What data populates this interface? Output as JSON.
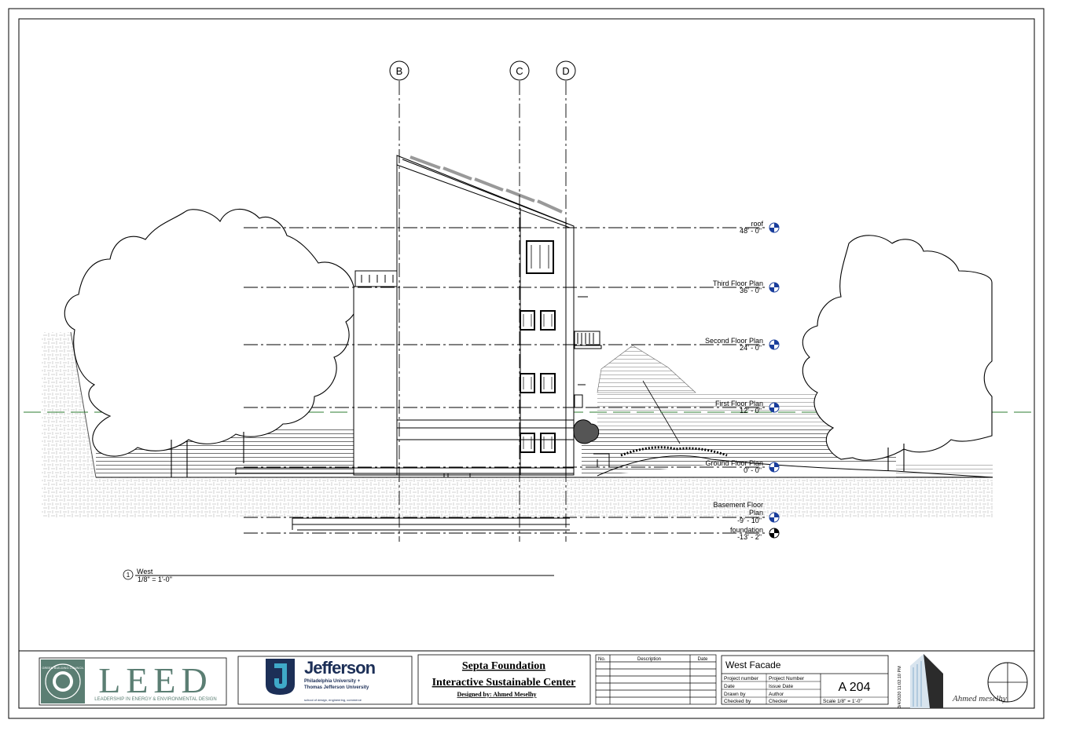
{
  "grid_lines": [
    "B",
    "C",
    "D"
  ],
  "levels": [
    {
      "name": "roof",
      "elev": "48' - 0\""
    },
    {
      "name": "Third Floor Plan",
      "elev": "36' - 0\""
    },
    {
      "name": "Second Floor Plan",
      "elev": "24' - 0\""
    },
    {
      "name": "First Floor Plan",
      "elev": "12' - 0\""
    },
    {
      "name": "Ground Floor Plan",
      "elev": "0' - 0\""
    },
    {
      "name_line1": "Basement Floor",
      "name_line2": "Plan",
      "elev": "-9' - 10\""
    },
    {
      "name": "foundation",
      "elev": "-13' - 2\""
    }
  ],
  "view_tag": {
    "number": "1",
    "title": "West",
    "scale": "1/8\" = 1'-0\""
  },
  "title_block": {
    "leed": {
      "letters": "LEED",
      "tagline": "LEADERSHIP IN ENERGY & ENVIRONMENTAL DESIGN",
      "ring_text": "GREEN BUILDING COUNCIL"
    },
    "jefferson": {
      "name": "Jefferson",
      "line1": "Philadelphia University +",
      "line2": "Thomas Jefferson University",
      "line3": "school of design, engineering, commerce"
    },
    "project": {
      "line1": "Septa Foundation",
      "line2": "Interactive Sustainable Center",
      "line3": "Designed by: Ahmed Meselhy"
    },
    "revisions": {
      "col_no": "No.",
      "col_desc": "Description",
      "col_date": "Date"
    },
    "sheet": {
      "title": "West Facade",
      "rows": [
        {
          "label": "Project number",
          "value": "Project Number"
        },
        {
          "label": "Date",
          "value": "Issue Date"
        },
        {
          "label": "Drawn by",
          "value": "Author"
        },
        {
          "label": "Checked by",
          "value": "Checker"
        }
      ],
      "number": "A 204",
      "scale": "Scale   1/8\" = 1'-0\""
    },
    "timestamp": "3/4/2020 11:02:10 PM",
    "signature": "Ahmed meselhy"
  }
}
